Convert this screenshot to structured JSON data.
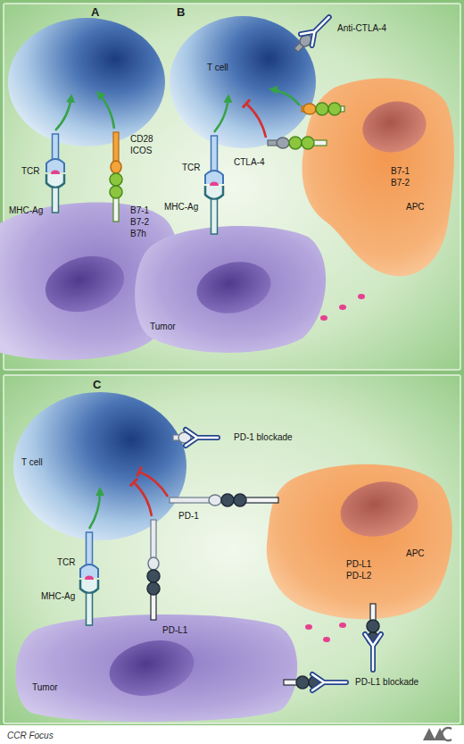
{
  "diagram": {
    "nodes": [
      {
        "text": [
          "T cell"
        ]
      },
      {
        "text": [
          "APC"
        ]
      },
      {
        "text": [
          "Tumor"
        ]
      },
      {
        "text": [
          "T cell"
        ]
      },
      {
        "text": [
          "APC"
        ]
      },
      {
        "text": [
          "Tumor"
        ]
      }
    ],
    "labels": [
      "A",
      "B",
      "Anti-CTLA-4",
      "TCR",
      "CD28",
      "ICOS",
      "TCR",
      "CTLA-4",
      "B7-1",
      "B7-2",
      "MHC-Ag",
      "B7-1",
      "B7-2",
      "B7h",
      "MHC-Ag",
      "C",
      "PD-1 blockade",
      "TCR",
      "PD-1",
      "PD-L1",
      "PD-L2",
      "MHC-Ag",
      "PD-L1",
      "PD-L1 blockade",
      "CCR Focus"
    ]
  }
}
